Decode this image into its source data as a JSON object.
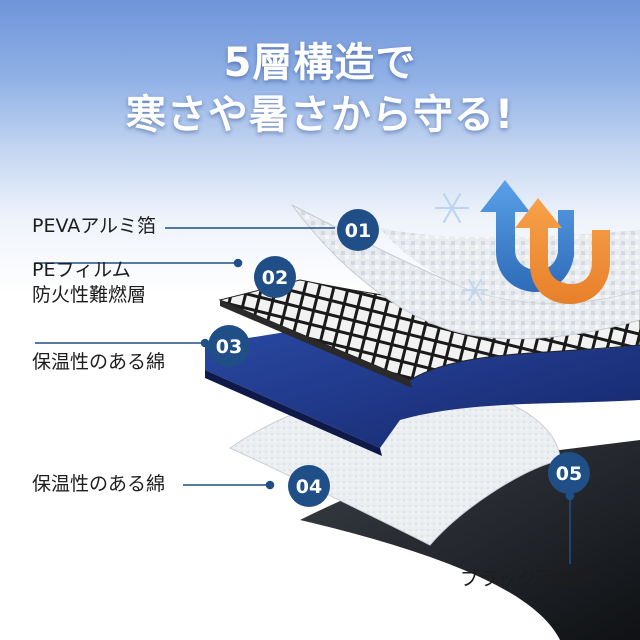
{
  "headline": {
    "line1": "5層構造で",
    "line2": "寒さや暑さから守る!"
  },
  "layers": [
    {
      "number": "01",
      "label": "PEVAアルミ箔"
    },
    {
      "number": "02",
      "label_line1": "PEフィルム",
      "label_line2": "防火性難燃層"
    },
    {
      "number": "03",
      "label": "保温性のある綿"
    },
    {
      "number": "04",
      "label": "保温性のある綿"
    },
    {
      "number": "05",
      "label": "ブラック不織布"
    }
  ],
  "colors": {
    "badge": "#1f4f86",
    "arrow_blue": "#3f82d0",
    "arrow_orange": "#f19335",
    "navy_layer": "#1f3a8c"
  },
  "icons": [
    "snowflake-icon",
    "cold-arrow-icon",
    "heat-arrow-icon"
  ]
}
